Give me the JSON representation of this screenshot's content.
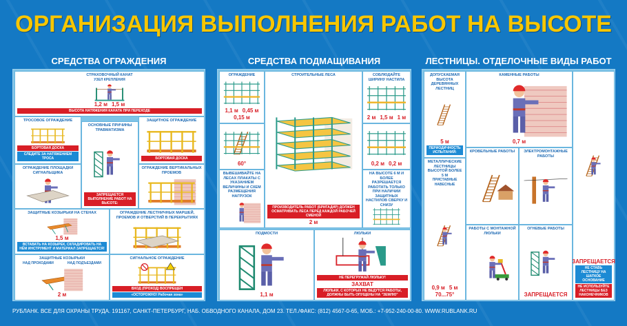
{
  "title": "ОРГАНИЗАЦИЯ ВЫПОЛНЕНИЯ РАБОТ НА ВЫСОТЕ",
  "colors": {
    "background": "#1479c4",
    "title": "#f7c600",
    "panel_heading": "#1c69b3",
    "warning": "#d81e26"
  },
  "columns": [
    {
      "heading": "СРЕДСТВА ОГРАЖДЕНИЯ",
      "panels": [
        {
          "heading": "СТРАХОВОЧНЫЙ КАНАТ",
          "sub": "УЗЕЛ КРЕПЛЕНИЯ",
          "notes": [
            "1,2 м",
            "1,5 м",
            "ВЫСОТА НАТЯЖЕНИЯ КАНАТА ПРИ ПЕРЕХОДЕ"
          ],
          "illustration": [
            "rope",
            "worker"
          ]
        },
        {
          "heading": "ТРОСОВОЕ ОГРАЖДЕНИЕ",
          "notes": [
            "БОРТОВАЯ ДОСКА",
            "СЛЕДИТЕ ЗА НАТЯЖЕНИЕМ ТРОСА"
          ],
          "illustration": [
            "railing"
          ]
        },
        {
          "heading": "ОСНОВНЫЕ ПРИЧИНЫ ТРАВМАТИЗМА",
          "notes": [
            "ЗАПРЕЩАЕТСЯ ВЫПОЛНЕНИЕ РАБОТ НА ВЫСОТЕ:"
          ],
          "illustration": [
            "tower",
            "worker"
          ]
        },
        {
          "heading": "ЗАЩИТНОЕ ОГРАЖДЕНИЕ",
          "notes": [
            "БОРТОВАЯ ДОСКА"
          ],
          "illustration": [
            "railing"
          ]
        },
        {
          "heading": "ОГРАЖДЕНИЕ ПЛОЩАДКИ СИГНАЛЬЩИКА",
          "illustration": [
            "worker",
            "slab"
          ]
        },
        {
          "heading": "ОГРАЖДЕНИЕ ВЕРТИКАЛЬНЫХ ПРОЕМОВ",
          "illustration": [
            "wall",
            "railing"
          ]
        },
        {
          "heading": "ЗАЩИТНЫЕ КОЗЫРЬКИ НА СТЕНАХ",
          "notes": [
            "1,5 м",
            "ВСТАВАТЬ НА КОЗЫРЕК, СКЛАДИРОВАТЬ НА НЁМ ИНСТРУМЕНТ И МАТЕРИАЛ ЗАПРЕЩАЕТСЯ!"
          ],
          "illustration": [
            "wall",
            "canopy"
          ]
        },
        {
          "heading": "ОГРАЖДЕНИЕ ЛЕСТНИЧНЫХ МАРШЕЙ, ПРОЕМОВ И ОТВЕРСТИЙ В ПЕРЕКРЫТИЯХ",
          "illustration": [
            "railing",
            "slab"
          ]
        },
        {
          "heading": "ЗАЩИТНЫЕ КОЗЫРЬКИ",
          "sub": [
            "НАД ПРОХОДАМИ",
            "НАД ПОДЪЕЗДАМИ"
          ],
          "notes": [
            "2 м"
          ],
          "illustration": [
            "canopy",
            "wall"
          ]
        },
        {
          "heading": "СИГНАЛЬНОЕ ОГРАЖДЕНИЕ",
          "notes": [
            "ВХОД (ПРОХОД) ВОСПРЕЩЕН",
            "«ОСТОРОЖНО! Рабочая зона»"
          ],
          "illustration": [
            "railing",
            "sign"
          ]
        }
      ]
    },
    {
      "heading": "СРЕДСТВА ПОДМАЩИВАНИЯ",
      "panels": [
        {
          "heading": "ОГРАЖДЕНИЕ",
          "notes": [
            "1,1 м",
            "0,45 м",
            "0,15 м"
          ],
          "illustration": [
            "scaffold"
          ]
        },
        {
          "heading": "СТРОИТЕЛЬНЫЕ ЛЕСА",
          "notes": [
            "ПРОИЗВОДИТЕЛЬ РАБОТ (БРИГАДИР) ДОЛЖЕН ОСМАТРИВАТЬ ЛЕСА ПЕРЕД КАЖДОЙ РАБОЧЕЙ СМЕНОЙ",
            "2 м"
          ],
          "illustration": [
            "scaffold-big"
          ]
        },
        {
          "heading": "СОБЛЮДАЙТЕ ШИРИНУ НАСТИЛА",
          "notes": [
            "2 м",
            "1,5 м",
            "1 м"
          ],
          "illustration": [
            "scaffold"
          ]
        },
        {
          "heading": "",
          "notes": [
            "60°"
          ],
          "illustration": [
            "ladder",
            "scaffold"
          ]
        },
        {
          "heading": "ВЫВЕШИВАЙТЕ НА ЛЕСАХ ПЛАКАТЫ С УКАЗАНИЕМ ВЕЛИЧИНЫ И СХЕМ РАЗМЕЩЕНИЯ НАГРУЗОК",
          "illustration": [
            "worker",
            "wall"
          ]
        },
        {
          "heading": "",
          "notes": [
            "0,2 м",
            "0,2 м"
          ],
          "illustration": [
            "scaffold"
          ]
        },
        {
          "heading": "НА ВЫСОТЕ 6 м И БОЛЕЕ РАЗРЕШАЕТСЯ РАБОТАТЬ ТОЛЬКО ПРИ НАЛИЧИИ ЗАЩИТНЫХ НАСТИЛОВ СВЕРХУ И СНИЗУ",
          "illustration": [
            "scaffold"
          ]
        },
        {
          "heading": "ПОДМОСТИ",
          "notes": [
            "1,1 м"
          ],
          "illustration": [
            "tower",
            "worker"
          ]
        },
        {
          "heading": "ЛЮЛЬКИ",
          "notes": [
            "НЕ ПЕРЕГРУЖАЙ ЛЮЛЬКУ!",
            "ЗАХВАТ",
            "ЛЮЛЬКИ, С КОТОРЫХ НЕ ВЕДУТСЯ РАБОТЫ, ДОЛЖНЫ БЫТЬ ОПУЩЕНЫ НА \"ЗЕМЛЮ\""
          ],
          "illustration": [
            "cradle",
            "worker"
          ]
        }
      ]
    },
    {
      "heading": "ЛЕСТНИЦЫ. ОТДЕЛОЧНЫЕ ВИДЫ РАБОТ",
      "panels": [
        {
          "heading": "ДОПУСКАЕМАЯ ВЫСОТА ДЕРЕВЯННЫХ ЛЕСТНИЦ",
          "notes": [
            "5 м",
            "ПЕРИОДИЧНОСТЬ ИСПЫТАНИЙ:"
          ],
          "illustration": [
            "ladder"
          ]
        },
        {
          "heading": "КАМЕННЫЕ РАБОТЫ",
          "notes": [
            "0,7 м"
          ],
          "illustration": [
            "wall",
            "worker"
          ]
        },
        {
          "heading": "",
          "notes": [
            "ЗАПРЕЩАЕТСЯ",
            "НЕ СТАВЬ ЛЕСТНИЦУ НА ШАТКОЕ ОСНОВАНИЕ",
            "НЕ ИСПОЛЬЗУЙТЕ ЛЕСТНИЦЫ БЕЗ НАКОНЕЧНИКОВ"
          ],
          "illustration": [
            "ladder",
            "worker"
          ]
        },
        {
          "heading": "МЕТАЛЛИЧЕСКИЕ ЛЕСТНИЦЫ ВЫСОТОЙ БОЛЕЕ 5 м",
          "sub": [
            "ПРИСТАВНЫЕ",
            "НАВЕСНЫЕ"
          ],
          "notes": [
            "0,9 м",
            "5 м",
            "70...75°"
          ],
          "illustration": [
            "ladder",
            "worker"
          ]
        },
        {
          "heading": "КРОВЕЛЬНЫЕ РАБОТЫ",
          "illustration": [
            "ladder",
            "house"
          ]
        },
        {
          "heading": "ЭЛЕКТРОМОНТАЖНЫЕ РАБОТЫ",
          "illustration": [
            "pole",
            "worker"
          ]
        },
        {
          "heading": "РАБОТЫ С МОНТАЖНОЙ ЛЮЛЬКИ",
          "illustration": [
            "hoist",
            "worker"
          ]
        },
        {
          "heading": "ОГНЕВЫЕ РАБОТЫ",
          "notes": [
            "ЗАПРЕЩАЕТСЯ"
          ],
          "illustration": [
            "tower",
            "worker"
          ]
        }
      ]
    }
  ],
  "footer": "РУБЛАНК. ВСЕ ДЛЯ ОХРАНЫ ТРУДА. 191167, САНКТ-ПЕТЕРБУРГ, НАБ. ОБВОДНОГО КАНАЛА, ДОМ 23. ТЕЛ./ФАКС: (812) 4567-0-65, МОБ.: +7-952-240-00-80. WWW.RUBLANK.RU"
}
